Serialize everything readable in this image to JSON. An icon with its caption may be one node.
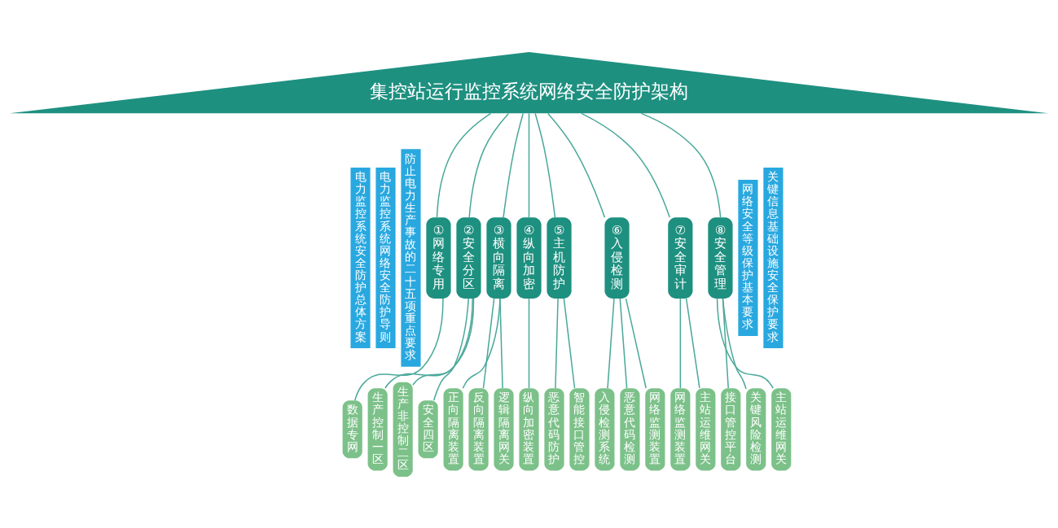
{
  "diagram": {
    "nodes": [
      {
        "text": [
          "集控站运行监控系统网络安全防护架构"
        ]
      },
      {
        "text": [
          "电力监控系统安全防护总体方案"
        ]
      },
      {
        "text": [
          "电力监控系统网络安全防护导则"
        ]
      },
      {
        "text": [
          "防止电力生产事故的二十五项重点要求"
        ]
      },
      {
        "text": [
          "①网络专用"
        ]
      },
      {
        "text": [
          "②安全分区"
        ]
      },
      {
        "text": [
          "③横向隔离"
        ]
      },
      {
        "text": [
          "④纵向加密"
        ]
      },
      {
        "text": [
          "⑤主机防护"
        ]
      },
      {
        "text": [
          "⑥入侵检测"
        ]
      },
      {
        "text": [
          "⑦安全审计"
        ]
      },
      {
        "text": [
          "⑧安全管理"
        ]
      },
      {
        "text": [
          "数据专网"
        ]
      },
      {
        "text": [
          "生产控制一区"
        ]
      },
      {
        "text": [
          "生产非控制二区"
        ]
      },
      {
        "text": [
          "安全四区"
        ]
      },
      {
        "text": [
          "正向隔离装置"
        ]
      },
      {
        "text": [
          "反向隔离装置"
        ]
      },
      {
        "text": [
          "逻辑隔离网关"
        ]
      },
      {
        "text": [
          "纵向加密装置"
        ]
      },
      {
        "text": [
          "恶意代码防护"
        ]
      },
      {
        "text": [
          "智能接口管控"
        ]
      },
      {
        "text": [
          "入侵检测系统"
        ]
      },
      {
        "text": [
          "恶意代码检测"
        ]
      },
      {
        "text": [
          "网络监测装置"
        ]
      },
      {
        "text": [
          "网络监测装置"
        ]
      },
      {
        "text": [
          "主站运维网关"
        ]
      },
      {
        "text": [
          "接口管控平台"
        ]
      },
      {
        "text": [
          "关键风险检测"
        ]
      },
      {
        "text": [
          "主站运维网关"
        ]
      },
      {
        "text": [
          "网络安全等级保护基本要求"
        ]
      },
      {
        "text": [
          "关键信息基础设施安全保护要求"
        ]
      }
    ],
    "edges": [
      {
        "from": 0,
        "to": 4,
        "arrow": "none"
      },
      {
        "from": 0,
        "to": 5,
        "arrow": "none"
      },
      {
        "from": 0,
        "to": 6,
        "arrow": "none"
      },
      {
        "from": 0,
        "to": 7,
        "arrow": "none"
      },
      {
        "from": 0,
        "to": 8,
        "arrow": "none"
      },
      {
        "from": 0,
        "to": 9,
        "arrow": "none"
      },
      {
        "from": 0,
        "to": 10,
        "arrow": "none"
      },
      {
        "from": 0,
        "to": 11,
        "arrow": "none"
      },
      {
        "from": 4,
        "to": 12,
        "arrow": "none"
      },
      {
        "from": 5,
        "to": 13,
        "arrow": "none"
      },
      {
        "from": 5,
        "to": 14,
        "arrow": "none"
      },
      {
        "from": 5,
        "to": 15,
        "arrow": "none"
      },
      {
        "from": 6,
        "to": 16,
        "arrow": "none"
      },
      {
        "from": 6,
        "to": 17,
        "arrow": "none"
      },
      {
        "from": 6,
        "to": 18,
        "arrow": "none"
      },
      {
        "from": 7,
        "to": 19,
        "arrow": "none"
      },
      {
        "from": 8,
        "to": 20,
        "arrow": "none"
      },
      {
        "from": 8,
        "to": 21,
        "arrow": "none"
      },
      {
        "from": 9,
        "to": 22,
        "arrow": "none"
      },
      {
        "from": 9,
        "to": 23,
        "arrow": "none"
      },
      {
        "from": 9,
        "to": 24,
        "arrow": "none"
      },
      {
        "from": 10,
        "to": 25,
        "arrow": "none"
      },
      {
        "from": 10,
        "to": 26,
        "arrow": "none"
      },
      {
        "from": 11,
        "to": 27,
        "arrow": "none"
      },
      {
        "from": 11,
        "to": 28,
        "arrow": "none"
      },
      {
        "from": 11,
        "to": 29,
        "arrow": "none"
      }
    ]
  }
}
